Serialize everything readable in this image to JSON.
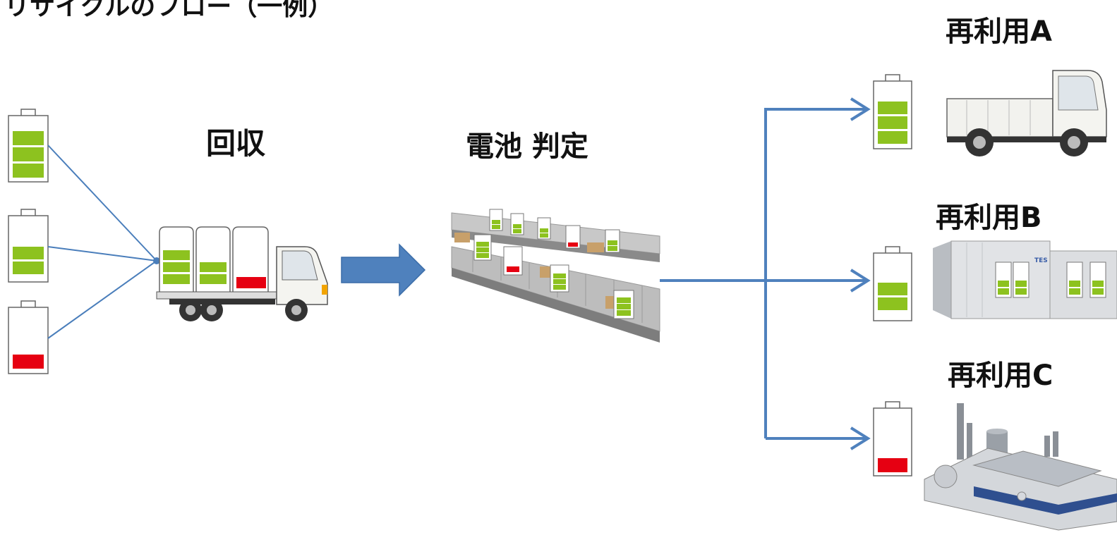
{
  "page_title": "リサイクルのフロー（一例）",
  "stages": {
    "collect_label": "回収",
    "judge_label": "電池 判定"
  },
  "outputs": [
    {
      "label": "再利用A",
      "target": "truck",
      "battery_level": 1.0
    },
    {
      "label": "再利用B",
      "target": "storage-container",
      "battery_level": 0.67
    },
    {
      "label": "再利用C",
      "target": "factory",
      "battery_level": 0.33
    }
  ],
  "input_batteries": [
    {
      "level": 1.0,
      "color": "green"
    },
    {
      "level": 0.67,
      "color": "green"
    },
    {
      "level": 0.33,
      "color": "red"
    }
  ],
  "colors": {
    "battery_green": "#8dc21f",
    "battery_red": "#e60012",
    "arrow_blue": "#4f81bd",
    "line_blue": "#4a7ebb",
    "container_tag": "TES"
  }
}
